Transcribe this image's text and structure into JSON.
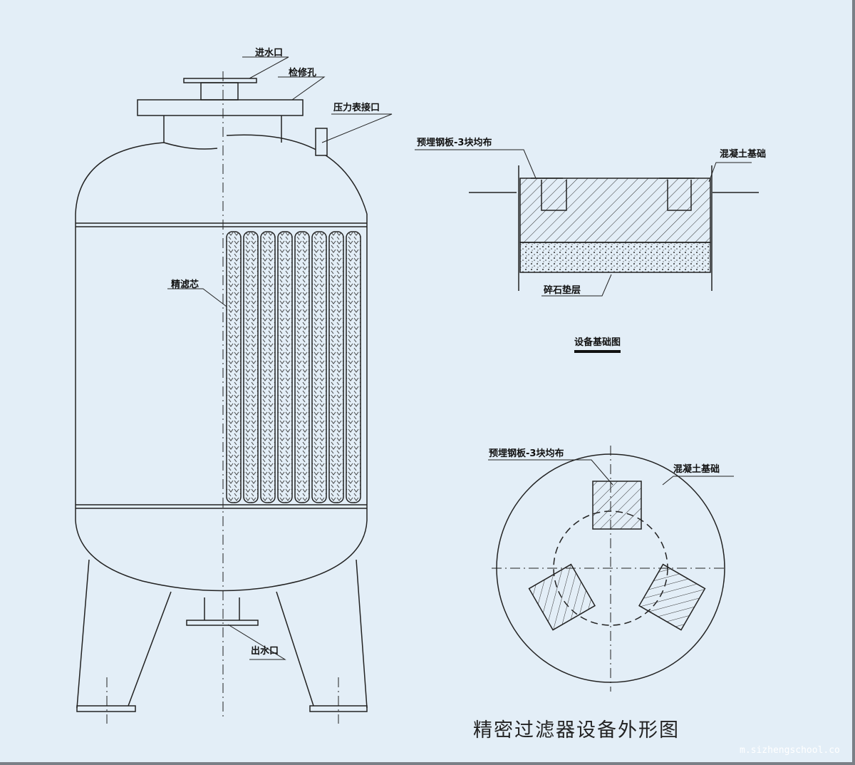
{
  "title": "精密过滤器设备外形图",
  "watermark": "m.sizhengschool.co",
  "tank_labels": {
    "inlet": "进水口",
    "manhole": "检修孔",
    "pressure_port": "压力表接口",
    "filter_element": "精滤芯",
    "outlet": "出水口"
  },
  "foundation_section": {
    "embedded_plate": "预埋钢板-3块均布",
    "concrete": "混凝土基础",
    "gravel": "碎石垫层",
    "caption": "设备基础图"
  },
  "foundation_plan": {
    "embedded_plate": "预埋钢板-3块均布",
    "concrete": "混凝土基础"
  },
  "colors": {
    "background": "#e3eef7",
    "line": "#222222"
  }
}
